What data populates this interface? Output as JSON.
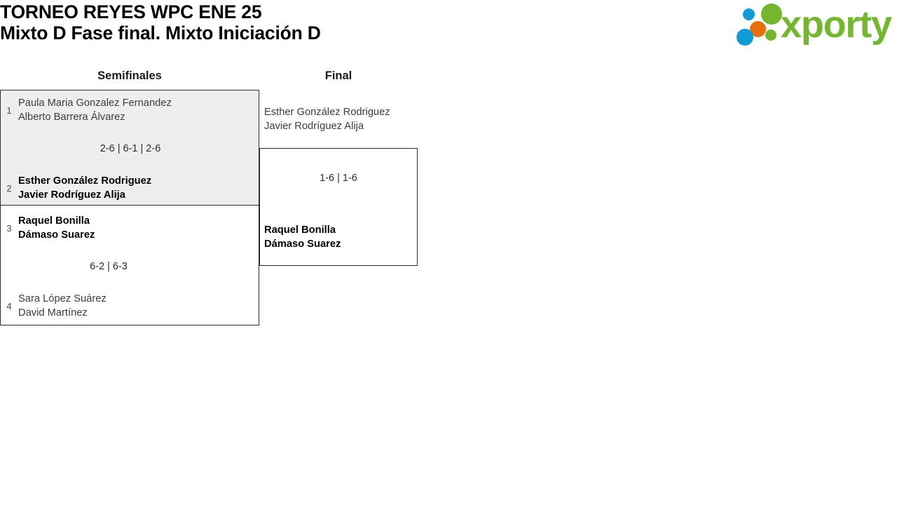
{
  "header": {
    "title_line_1": "TORNEO REYES WPC ENE 25",
    "title_line_2": "Mixto D Fase final. Mixto Iniciación D"
  },
  "logo": {
    "wordmark": "xporty",
    "colors": {
      "green": "#74b72e",
      "blue": "#0f9bd7",
      "orange": "#e8700a"
    },
    "dots": [
      "blue-dot-top",
      "orange-dot",
      "blue-dot-bottom",
      "green-dot-large",
      "green-dot-small"
    ]
  },
  "bracket": {
    "rounds": [
      {
        "name": "semifinales",
        "label": "Semifinales"
      },
      {
        "name": "final",
        "label": "Final"
      }
    ],
    "semifinals": [
      {
        "seed_top": "1",
        "team_top_player_1": "Paula Maria Gonzalez Fernandez",
        "team_top_player_2": "Alberto Barrera Álvarez",
        "score": "2-6 | 6-1 | 2-6",
        "seed_bottom": "2",
        "team_bottom_player_1": "Esther González Rodriguez",
        "team_bottom_player_2": "Javier Rodríguez Alija",
        "winner": "bottom",
        "highlighted": true
      },
      {
        "seed_top": "3",
        "team_top_player_1": "Raquel Bonilla",
        "team_top_player_2": "Dámaso Suarez",
        "score": "6-2 | 6-3",
        "seed_bottom": "4",
        "team_bottom_player_1": "Sara López Suárez",
        "team_bottom_player_2": "David Martínez",
        "winner": "top",
        "highlighted": false
      }
    ],
    "final": {
      "team_top_player_1": "Esther González Rodriguez",
      "team_top_player_2": "Javier Rodríguez Alija",
      "score": "1-6 | 1-6",
      "team_bottom_player_1": "Raquel Bonilla",
      "team_bottom_player_2": "Dámaso Suarez",
      "winner": "bottom"
    }
  }
}
